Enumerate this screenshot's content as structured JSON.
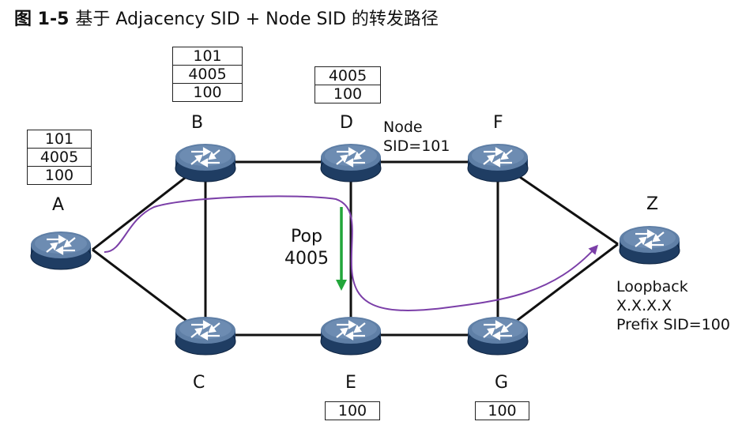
{
  "figure": {
    "number": "图 1-5",
    "caption": "基于 Adjacency SID + Node SID 的转发路径"
  },
  "nodes": [
    {
      "id": "A",
      "label": "A"
    },
    {
      "id": "B",
      "label": "B"
    },
    {
      "id": "C",
      "label": "C"
    },
    {
      "id": "D",
      "label": "D"
    },
    {
      "id": "E",
      "label": "E"
    },
    {
      "id": "F",
      "label": "F"
    },
    {
      "id": "G",
      "label": "G"
    },
    {
      "id": "Z",
      "label": "Z"
    }
  ],
  "links": [
    [
      "A",
      "B"
    ],
    [
      "A",
      "C"
    ],
    [
      "B",
      "C"
    ],
    [
      "B",
      "D"
    ],
    [
      "C",
      "E"
    ],
    [
      "D",
      "E"
    ],
    [
      "D",
      "F"
    ],
    [
      "E",
      "G"
    ],
    [
      "F",
      "G"
    ],
    [
      "F",
      "Z"
    ],
    [
      "G",
      "Z"
    ]
  ],
  "label_stacks": {
    "A": [
      "101",
      "4005",
      "100"
    ],
    "B": [
      "101",
      "4005",
      "100"
    ],
    "D": [
      "4005",
      "100"
    ],
    "E": [
      "100"
    ],
    "G": [
      "100"
    ]
  },
  "annotations": {
    "d_node_sid": [
      "Node",
      "SID=101"
    ],
    "pop": [
      "Pop",
      "4005"
    ],
    "z_info": [
      "Loopback",
      "X.X.X.X",
      "Prefix SID=100"
    ]
  },
  "colors": {
    "router_top": "#5f7fa6",
    "router_body": "#1f3d63",
    "router_arrow": "#ffffff",
    "link": "#111111",
    "path": "#7b3fa8",
    "pop_arrow": "#22a63a"
  }
}
